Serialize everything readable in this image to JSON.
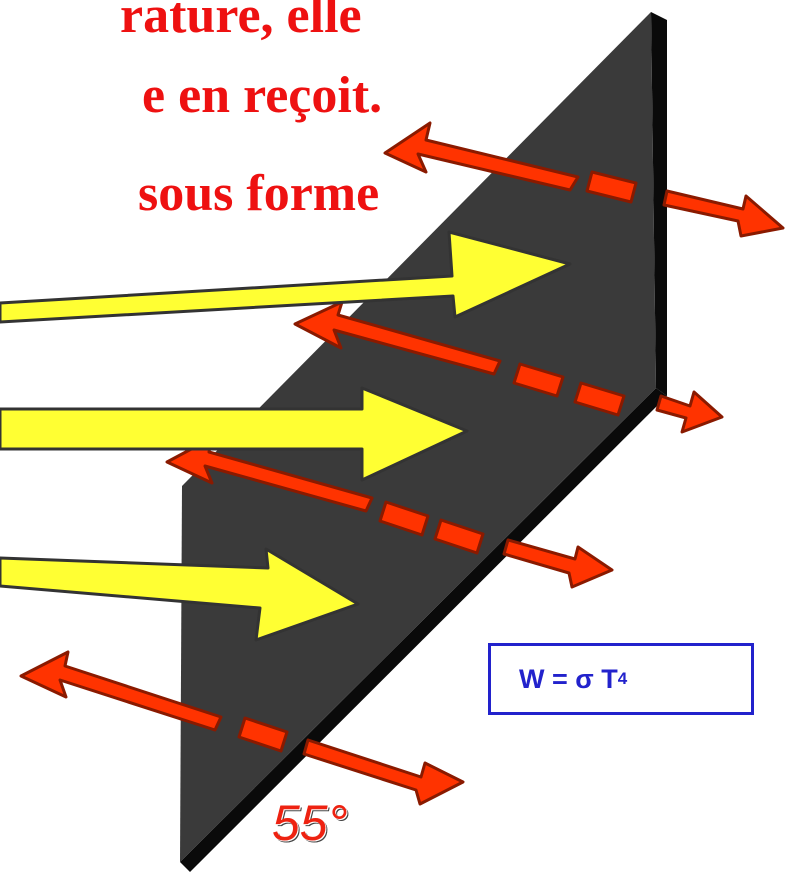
{
  "headline": {
    "line1": "rature, elle",
    "line2": "e en reçoit.",
    "line3": "sous forme"
  },
  "formula": {
    "prefix": "W = σ T",
    "exponent": "4"
  },
  "angle_label": "55°",
  "colors": {
    "headline": "#ee1111",
    "plate_front": "#3a3a3a",
    "plate_edge": "#0a0a0a",
    "incoming_arrow_fill": "#ffff33",
    "incoming_arrow_stroke": "#333333",
    "emitted_arrow_fill": "#ff3300",
    "emitted_arrow_stroke": "#8a1a00",
    "formula": "#2222cc"
  }
}
